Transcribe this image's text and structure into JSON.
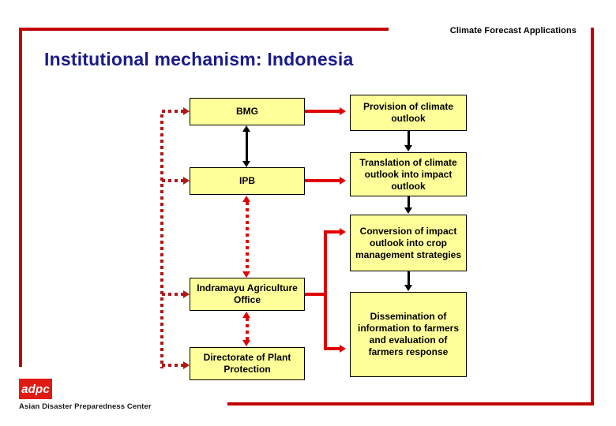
{
  "slide": {
    "header_label": "Climate Forecast Applications",
    "title": "Institutional mechanism: Indonesia",
    "frame_color": "#c00000",
    "title_color": "#1a1a8c",
    "background": "#ffffff"
  },
  "flow": {
    "box_fill": "#ffff99",
    "box_border": "#000000",
    "red_connector": "#e00000",
    "dotted_connector": "#b01818",
    "black_connector": "#000000",
    "left_column": [
      {
        "id": "bmg",
        "label": "BMG"
      },
      {
        "id": "ipb",
        "label": "IPB"
      },
      {
        "id": "indramayu",
        "label": "Indramayu Agriculture Office"
      },
      {
        "id": "dpp",
        "label": "Directorate of Plant Protection"
      }
    ],
    "right_column": [
      {
        "id": "provision",
        "label": "Provision of climate outlook"
      },
      {
        "id": "translation",
        "label": "Translation of climate outlook into impact outlook"
      },
      {
        "id": "conversion",
        "label": "Conversion of impact outlook into crop management strategies"
      },
      {
        "id": "dissemination",
        "label": "Dissemination of information to farmers and evaluation of farmers response"
      }
    ],
    "connectors": [
      {
        "from": "bmg",
        "to": "provision",
        "style": "solid-red",
        "heads": "one"
      },
      {
        "from": "ipb",
        "to": "translation",
        "style": "solid-red",
        "heads": "one"
      },
      {
        "from": "provision",
        "to": "translation",
        "style": "solid-black",
        "heads": "one"
      },
      {
        "from": "translation",
        "to": "conversion",
        "style": "solid-black",
        "heads": "one"
      },
      {
        "from": "conversion",
        "to": "dissemination",
        "style": "solid-black",
        "heads": "one"
      },
      {
        "from": "bmg",
        "to": "ipb",
        "style": "solid-black",
        "heads": "both"
      },
      {
        "from": "ipb",
        "to": "indramayu",
        "style": "dotted-red",
        "heads": "both"
      },
      {
        "from": "indramayu",
        "to": "dpp",
        "style": "dotted-red",
        "heads": "both"
      },
      {
        "from": "indramayu",
        "to": "conversion",
        "style": "solid-red",
        "heads": "one"
      },
      {
        "from": "indramayu",
        "to": "dissemination",
        "style": "solid-red",
        "heads": "one"
      },
      {
        "from": "spine",
        "to": "bmg",
        "style": "dotted-red",
        "heads": "one"
      },
      {
        "from": "spine",
        "to": "ipb",
        "style": "dotted-red",
        "heads": "one"
      },
      {
        "from": "spine",
        "to": "indramayu",
        "style": "dotted-red",
        "heads": "one"
      },
      {
        "from": "spine",
        "to": "dpp",
        "style": "dotted-red",
        "heads": "one"
      }
    ]
  },
  "logo": {
    "mark_text": "adpc",
    "caption": "Asian Disaster Preparedness Center",
    "mark_color": "#e01b14",
    "mark_text_color": "#ffffff"
  }
}
